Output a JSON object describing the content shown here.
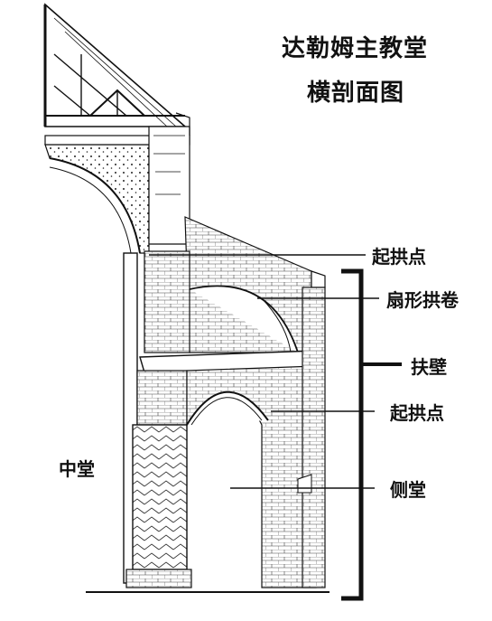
{
  "title": {
    "line1": "达勒姆主教堂",
    "line2": "横剖面图"
  },
  "labels": {
    "springing_upper": "起拱点",
    "fan_vault": "扇形拱卷",
    "buttress": "扶壁",
    "springing_lower": "起拱点",
    "aisle": "侧堂",
    "nave": "中堂"
  },
  "colors": {
    "ink": "#111111",
    "background": "#ffffff"
  }
}
